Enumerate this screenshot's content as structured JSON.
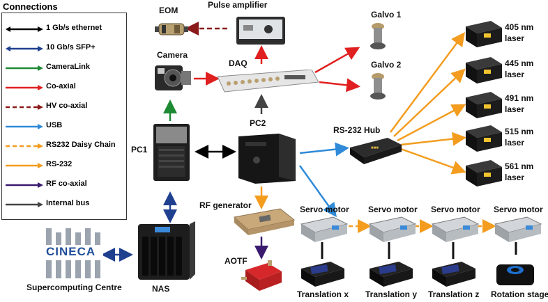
{
  "legend": {
    "title": "Connections",
    "items": [
      {
        "label": "1 Gb/s ethernet",
        "color": "#000000",
        "style": "solid"
      },
      {
        "label": "10 Gb/s SFP+",
        "color": "#1f3f8f",
        "style": "solid"
      },
      {
        "label": "CameraLink",
        "color": "#1e8a34",
        "style": "solid"
      },
      {
        "label": "Co-axial",
        "color": "#e02020",
        "style": "solid"
      },
      {
        "label": "HV co-axial",
        "color": "#8b1a1a",
        "style": "dashed"
      },
      {
        "label": "USB",
        "color": "#2f8ad8",
        "style": "solid"
      },
      {
        "label": "RS232 Daisy Chain",
        "color": "#f39c1e",
        "style": "dashed"
      },
      {
        "label": "RS-232",
        "color": "#f39c1e",
        "style": "solid"
      },
      {
        "label": "RF co-axial",
        "color": "#3a1a6e",
        "style": "solid"
      },
      {
        "label": "Internal bus",
        "color": "#444444",
        "style": "solid"
      }
    ]
  },
  "devices": {
    "eom": "EOM",
    "pulse_amplifier": "Pulse amplifier",
    "camera": "Camera",
    "daq": "DAQ",
    "galvo1": "Galvo 1",
    "galvo2": "Galvo 2",
    "pc1": "PC1",
    "pc2": "PC2",
    "rs232_hub": "RS-232 Hub",
    "rf_generator": "RF generator",
    "aotf": "AOTF",
    "nas": "NAS",
    "cineca_logo": "CINECA",
    "supercomputing": "Supercomputing Centre",
    "lasers": [
      {
        "line1": "405 nm",
        "line2": "laser"
      },
      {
        "line1": "445 nm",
        "line2": "laser"
      },
      {
        "line1": "491 nm",
        "line2": "laser"
      },
      {
        "line1": "515 nm",
        "line2": "laser"
      },
      {
        "line1": "561 nm",
        "line2": "laser"
      }
    ],
    "servo_motors": [
      "Servo motor",
      "Servo motor",
      "Servo motor",
      "Servo motor"
    ],
    "stages": [
      "Translation x",
      "Translation y",
      "Translation z",
      "Rotation stage"
    ]
  }
}
